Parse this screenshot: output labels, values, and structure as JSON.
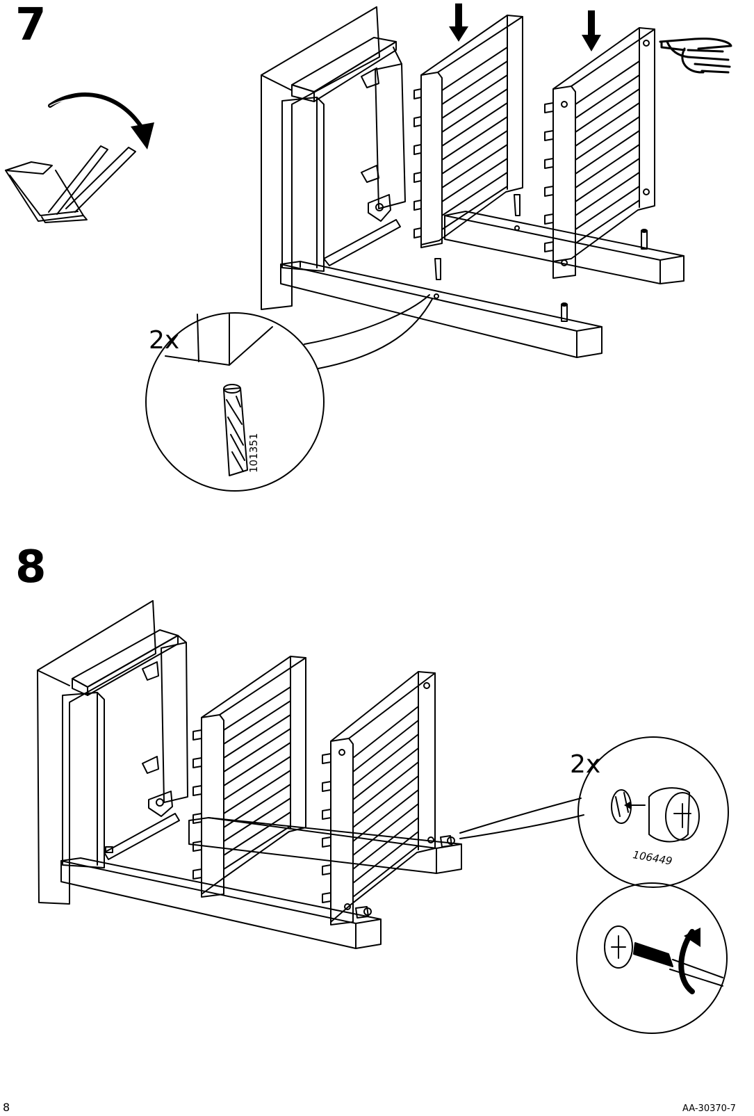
{
  "page": {
    "page_number": "8",
    "document_code": "AA-30370-7"
  },
  "step7": {
    "step_number": "7",
    "detail": {
      "quantity": "2x",
      "part_number": "101351"
    },
    "icons": [
      "rotate-flip-icon",
      "down-arrow-icon",
      "down-arrow-icon",
      "pointing-hand-icon"
    ]
  },
  "step8": {
    "step_number": "8",
    "detail": {
      "quantity": "2x",
      "part_number": "106449"
    },
    "icons": [
      "cam-lock-icon",
      "screwdriver-icon",
      "rotate-clockwise-icon"
    ]
  }
}
